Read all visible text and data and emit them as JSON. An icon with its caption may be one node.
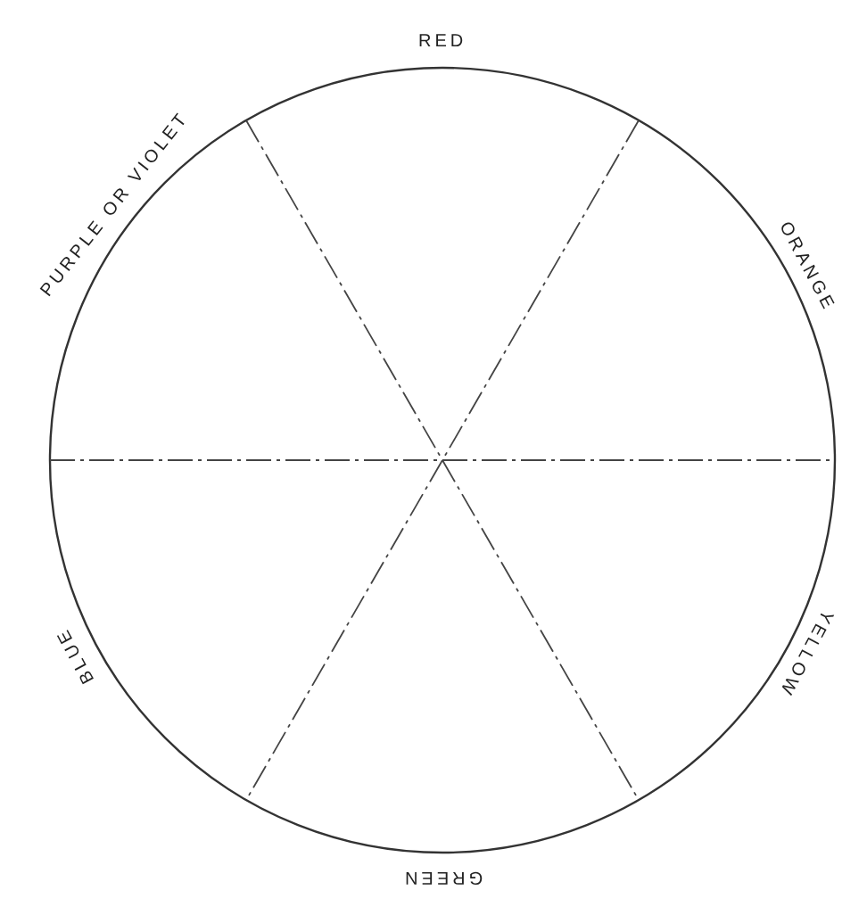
{
  "diagram": {
    "labels": [
      "RED",
      "ORANGE",
      "YELLOW",
      "GREEN",
      "BLUE",
      "PURPLE OR VIOLET"
    ]
  }
}
